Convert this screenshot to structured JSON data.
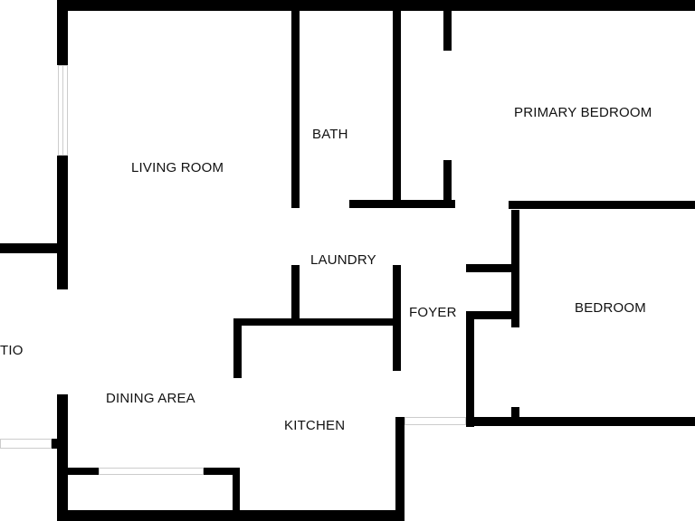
{
  "floor_plan": {
    "rooms": {
      "living_room": "LIVING ROOM",
      "bath": "BATH",
      "primary_bedroom": "PRIMARY BEDROOM",
      "laundry": "LAUNDRY",
      "foyer": "FOYER",
      "bedroom": "BEDROOM",
      "patio": "TIO",
      "dining_area": "DINING AREA",
      "kitchen": "KITCHEN"
    },
    "colors": {
      "wall": "#000000",
      "background": "#ffffff",
      "window_frame": "#cccccc"
    }
  }
}
